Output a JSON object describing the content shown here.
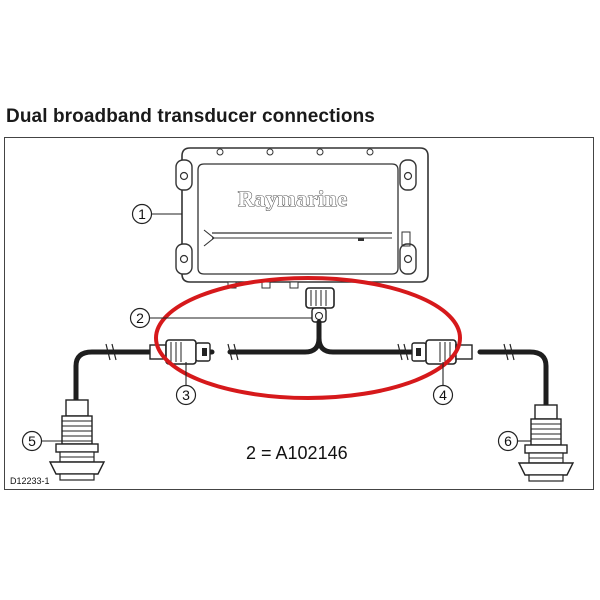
{
  "title": "Dual broadband transducer connections",
  "brand": "Raymarine",
  "callouts": [
    "1",
    "2",
    "3",
    "4",
    "5",
    "6"
  ],
  "note": "2 = A102146",
  "drawing_code": "D12233-1",
  "colors": {
    "highlight": "#d6191b",
    "cable": "#1e1e1e",
    "outline": "#333333"
  }
}
